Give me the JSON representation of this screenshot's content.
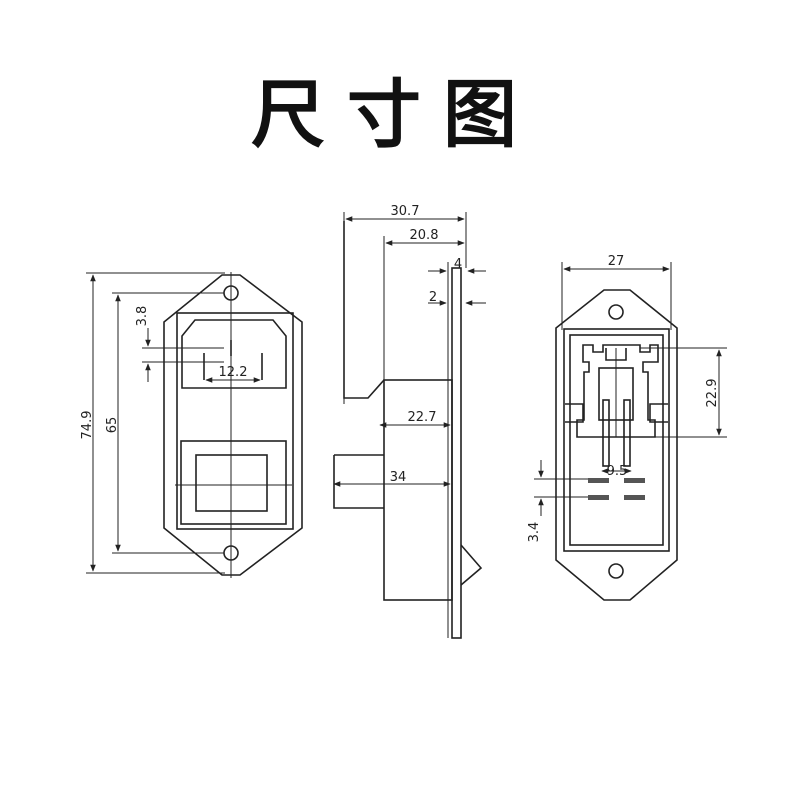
{
  "title": "尺寸图",
  "front_view": {
    "overall_height": "74.9",
    "inner_height": "65",
    "hole_offset": "3.8",
    "pin_spacing": "12.2"
  },
  "side_view": {
    "total_depth": "30.7",
    "body_depth": "20.8",
    "flange_thickness": "4",
    "plate_thickness": "2",
    "mid_depth": "22.7",
    "switch_depth": "34"
  },
  "rear_view": {
    "width": "27",
    "module_height": "22.9",
    "terminal_spacing": "9.5",
    "terminal_offset": "3.4"
  }
}
